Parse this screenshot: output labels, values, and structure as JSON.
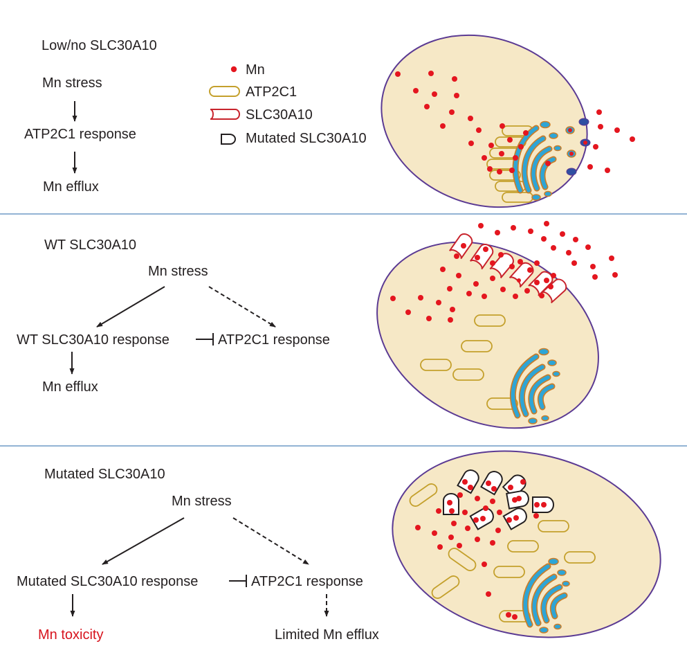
{
  "colors": {
    "text": "#231f20",
    "divider": "#6e9ac6",
    "cell_fill": "#f6e8c6",
    "membrane": "#5b3a93",
    "mn": "#e4161f",
    "atp2c1": "#c4a02c",
    "slc30a10": "#c8232c",
    "mutated": "#231f20",
    "golgi_fill": "#2ea5d6",
    "golgi_edge": "#c87d2a",
    "toxicity": "#d7131d"
  },
  "legend": {
    "mn": "Mn",
    "atp2c1": "ATP2C1",
    "slc30a10": "SLC30A10",
    "mutated": "Mutated SLC30A10"
  },
  "panels": [
    {
      "title": "Low/no SLC30A10",
      "stress": "Mn stress",
      "response": "ATP2C1 response",
      "outcome": "Mn efflux"
    },
    {
      "title": "WT SLC30A10",
      "stress": "Mn stress",
      "left_response": "WT SLC30A10 response",
      "right_response": "ATP2C1 response",
      "outcome": "Mn efflux"
    },
    {
      "title": "Mutated SLC30A10",
      "stress": "Mn stress",
      "left_response": "Mutated SLC30A10 response",
      "right_response": "ATP2C1 response",
      "left_outcome": "Mn toxicity",
      "right_outcome": "Limited Mn efflux"
    }
  ]
}
